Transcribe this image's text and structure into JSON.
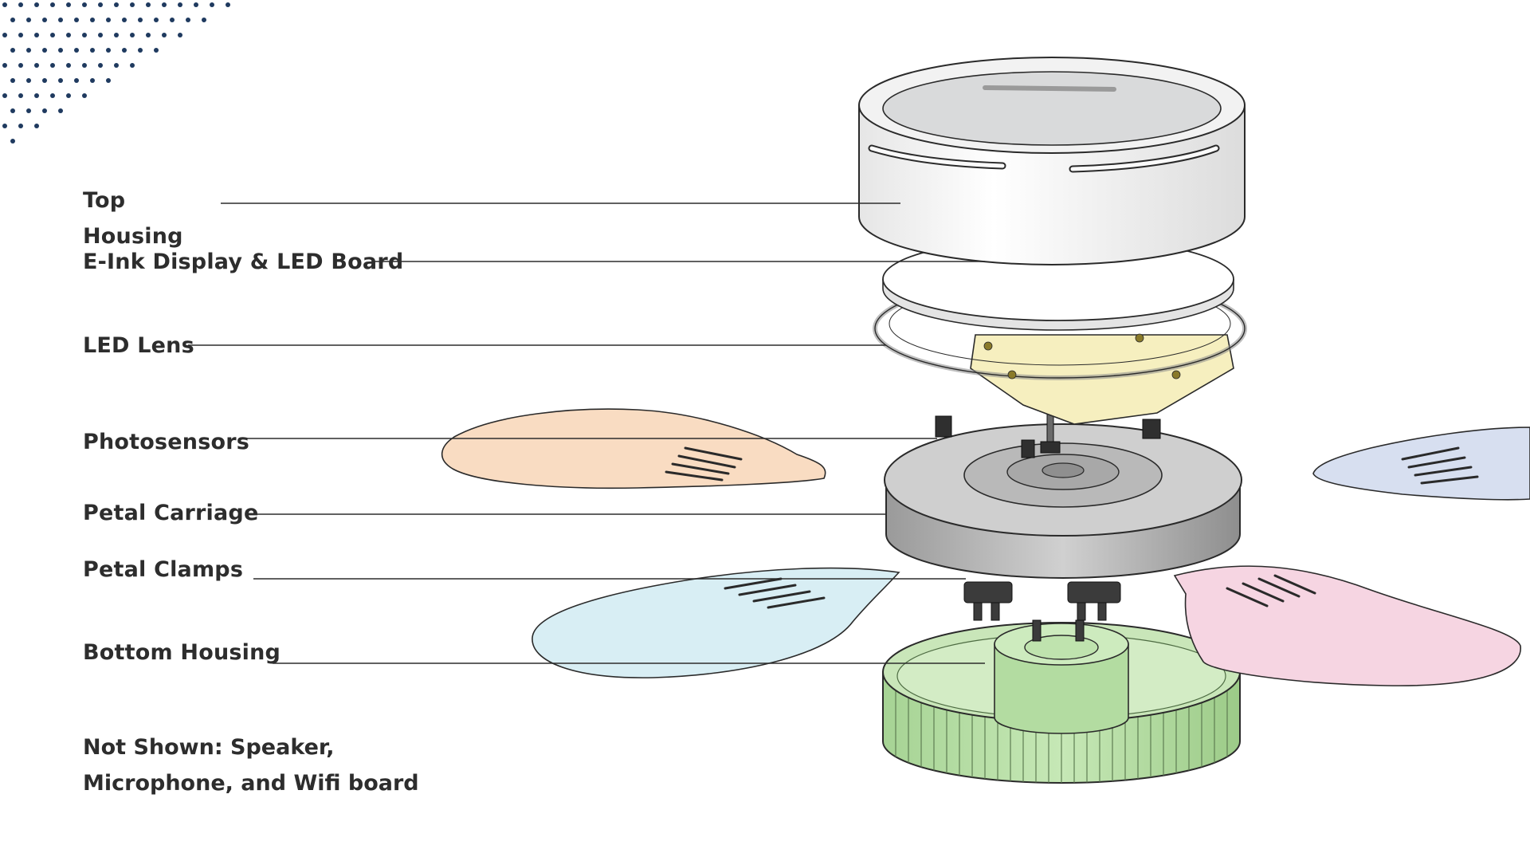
{
  "labels": [
    {
      "id": "top-housing",
      "text": "Top\nHousing"
    },
    {
      "id": "eink-display",
      "text": "E-Ink Display & LED Board"
    },
    {
      "id": "led-lens",
      "text": "LED Lens"
    },
    {
      "id": "photosensors",
      "text": "Photosensors"
    },
    {
      "id": "petal-carriage",
      "text": "Petal Carriage"
    },
    {
      "id": "petal-clamps",
      "text": "Petal Clamps"
    },
    {
      "id": "bottom-housing",
      "text": "Bottom Housing"
    }
  ],
  "note": {
    "line1": "Not Shown: Speaker,",
    "line2": "Microphone, and Wifi board"
  },
  "colors": {
    "dots": "#1f3a5f",
    "leader": "#2d2d2d",
    "petal_orange": "#f9dcc2",
    "petal_blue_right": "#d7dff0",
    "petal_cyan": "#d8eef4",
    "petal_pink": "#f6d5e2",
    "bottom_housing": "#b9e0a9",
    "led_board": "#f6efbf",
    "carriage": "#c8c8c8"
  }
}
